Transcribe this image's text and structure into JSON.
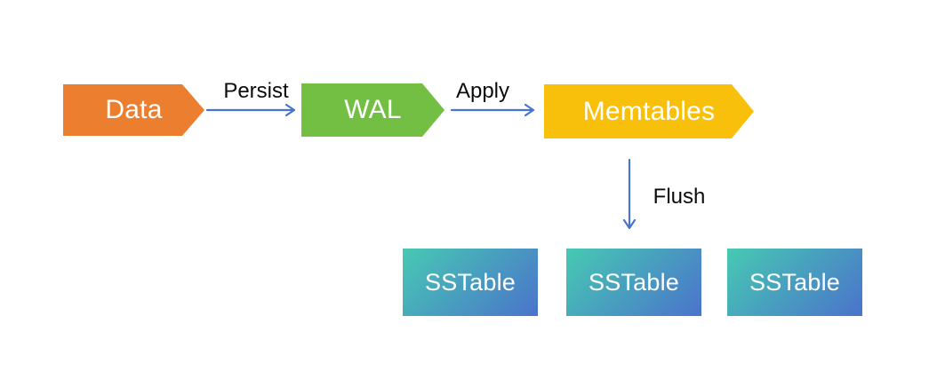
{
  "diagram": {
    "type": "flow-diagram",
    "background": "#ffffff",
    "nodes": {
      "data": {
        "label": "Data",
        "shape": "pentagon-arrow",
        "color": "#EC7F2F",
        "text_color": "#ffffff"
      },
      "wal": {
        "label": "WAL",
        "shape": "pentagon-arrow",
        "color": "#72BF44",
        "text_color": "#ffffff"
      },
      "memtables": {
        "label": "Memtables",
        "shape": "pentagon-arrow",
        "color": "#F9C00B",
        "text_color": "#ffffff"
      },
      "sstable1": {
        "label": "SSTable",
        "shape": "rectangle",
        "gradient_start": "#47C9B3",
        "gradient_end": "#4A73CB",
        "text_color": "#ffffff"
      },
      "sstable2": {
        "label": "SSTable",
        "shape": "rectangle",
        "gradient_start": "#47C9B3",
        "gradient_end": "#4A73CB",
        "text_color": "#ffffff"
      },
      "sstable3": {
        "label": "SSTable",
        "shape": "rectangle",
        "gradient_start": "#47C9B3",
        "gradient_end": "#4A73CB",
        "text_color": "#ffffff"
      }
    },
    "edges": {
      "persist": {
        "label": "Persist",
        "from": "data",
        "to": "wal",
        "direction": "right"
      },
      "apply": {
        "label": "Apply",
        "from": "wal",
        "to": "memtables",
        "direction": "right"
      },
      "flush": {
        "label": "Flush",
        "from": "memtables",
        "to": "sstables",
        "direction": "down"
      }
    },
    "colors": {
      "arrow": "#4674CE",
      "edge_label_text": "#0b0b0b"
    }
  }
}
